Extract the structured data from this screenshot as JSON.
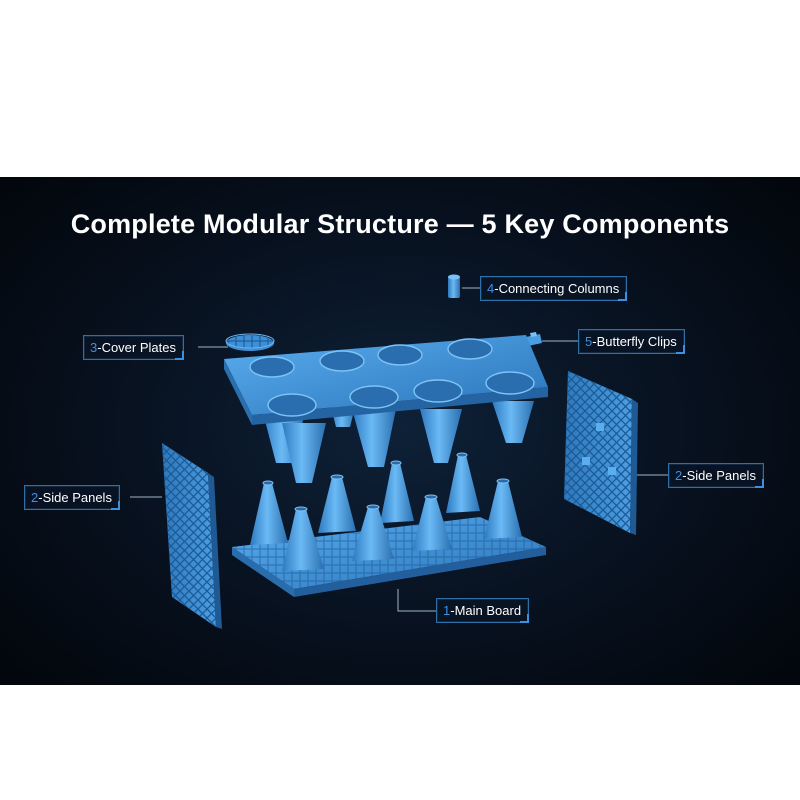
{
  "title": "Complete Modular Structure — 5 Key Components",
  "colors": {
    "background": "#07101d",
    "part_blue": "#3d8fd6",
    "label_accent": "#3d8fe0",
    "leader_line": "#9fb4c8"
  },
  "callouts": {
    "main_board": {
      "num": "1",
      "text": "-Main Board"
    },
    "side_panels_left": {
      "num": "2",
      "text": "-Side Panels"
    },
    "side_panels_right": {
      "num": "2",
      "text": "-Side Panels"
    },
    "cover_plates": {
      "num": "3",
      "text": "-Cover Plates"
    },
    "connecting_columns": {
      "num": "4",
      "text": "-Connecting Columns"
    },
    "butterfly_clips": {
      "num": "5",
      "text": "-Butterfly Clips"
    }
  }
}
